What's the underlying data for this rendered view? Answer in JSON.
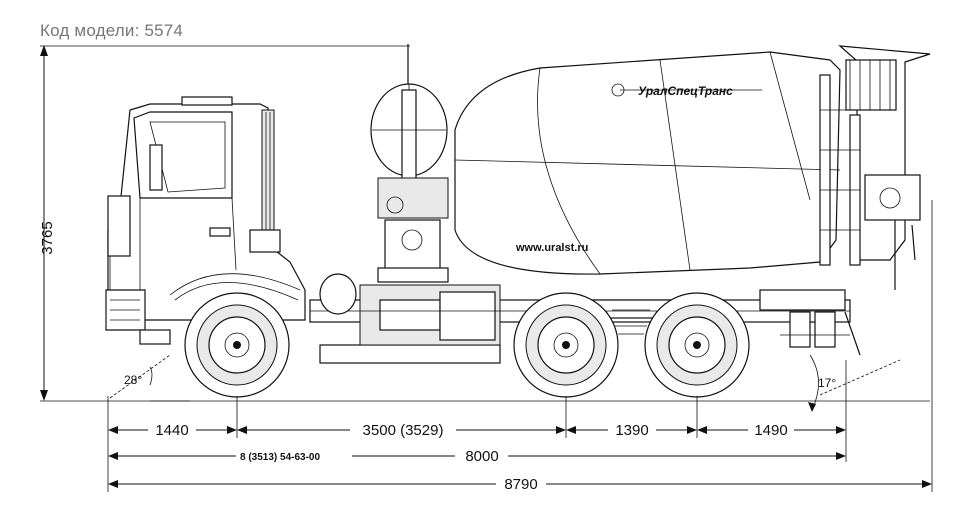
{
  "header": {
    "model_label": "Код модели: 5574"
  },
  "brand": {
    "logo_text": "УралСпецТранс",
    "website": "www.uralst.ru"
  },
  "dimensions": {
    "height": "3765",
    "front_overhang": "1440",
    "wheelbase": "3500 (3529)",
    "bogie": "1390",
    "rear_overhang": "1490",
    "drum_volume_code": "8 (3513) 54-63-00",
    "length_chassis": "8000",
    "length_total": "8790",
    "approach_angle": "28°",
    "departure_angle": "17°"
  }
}
